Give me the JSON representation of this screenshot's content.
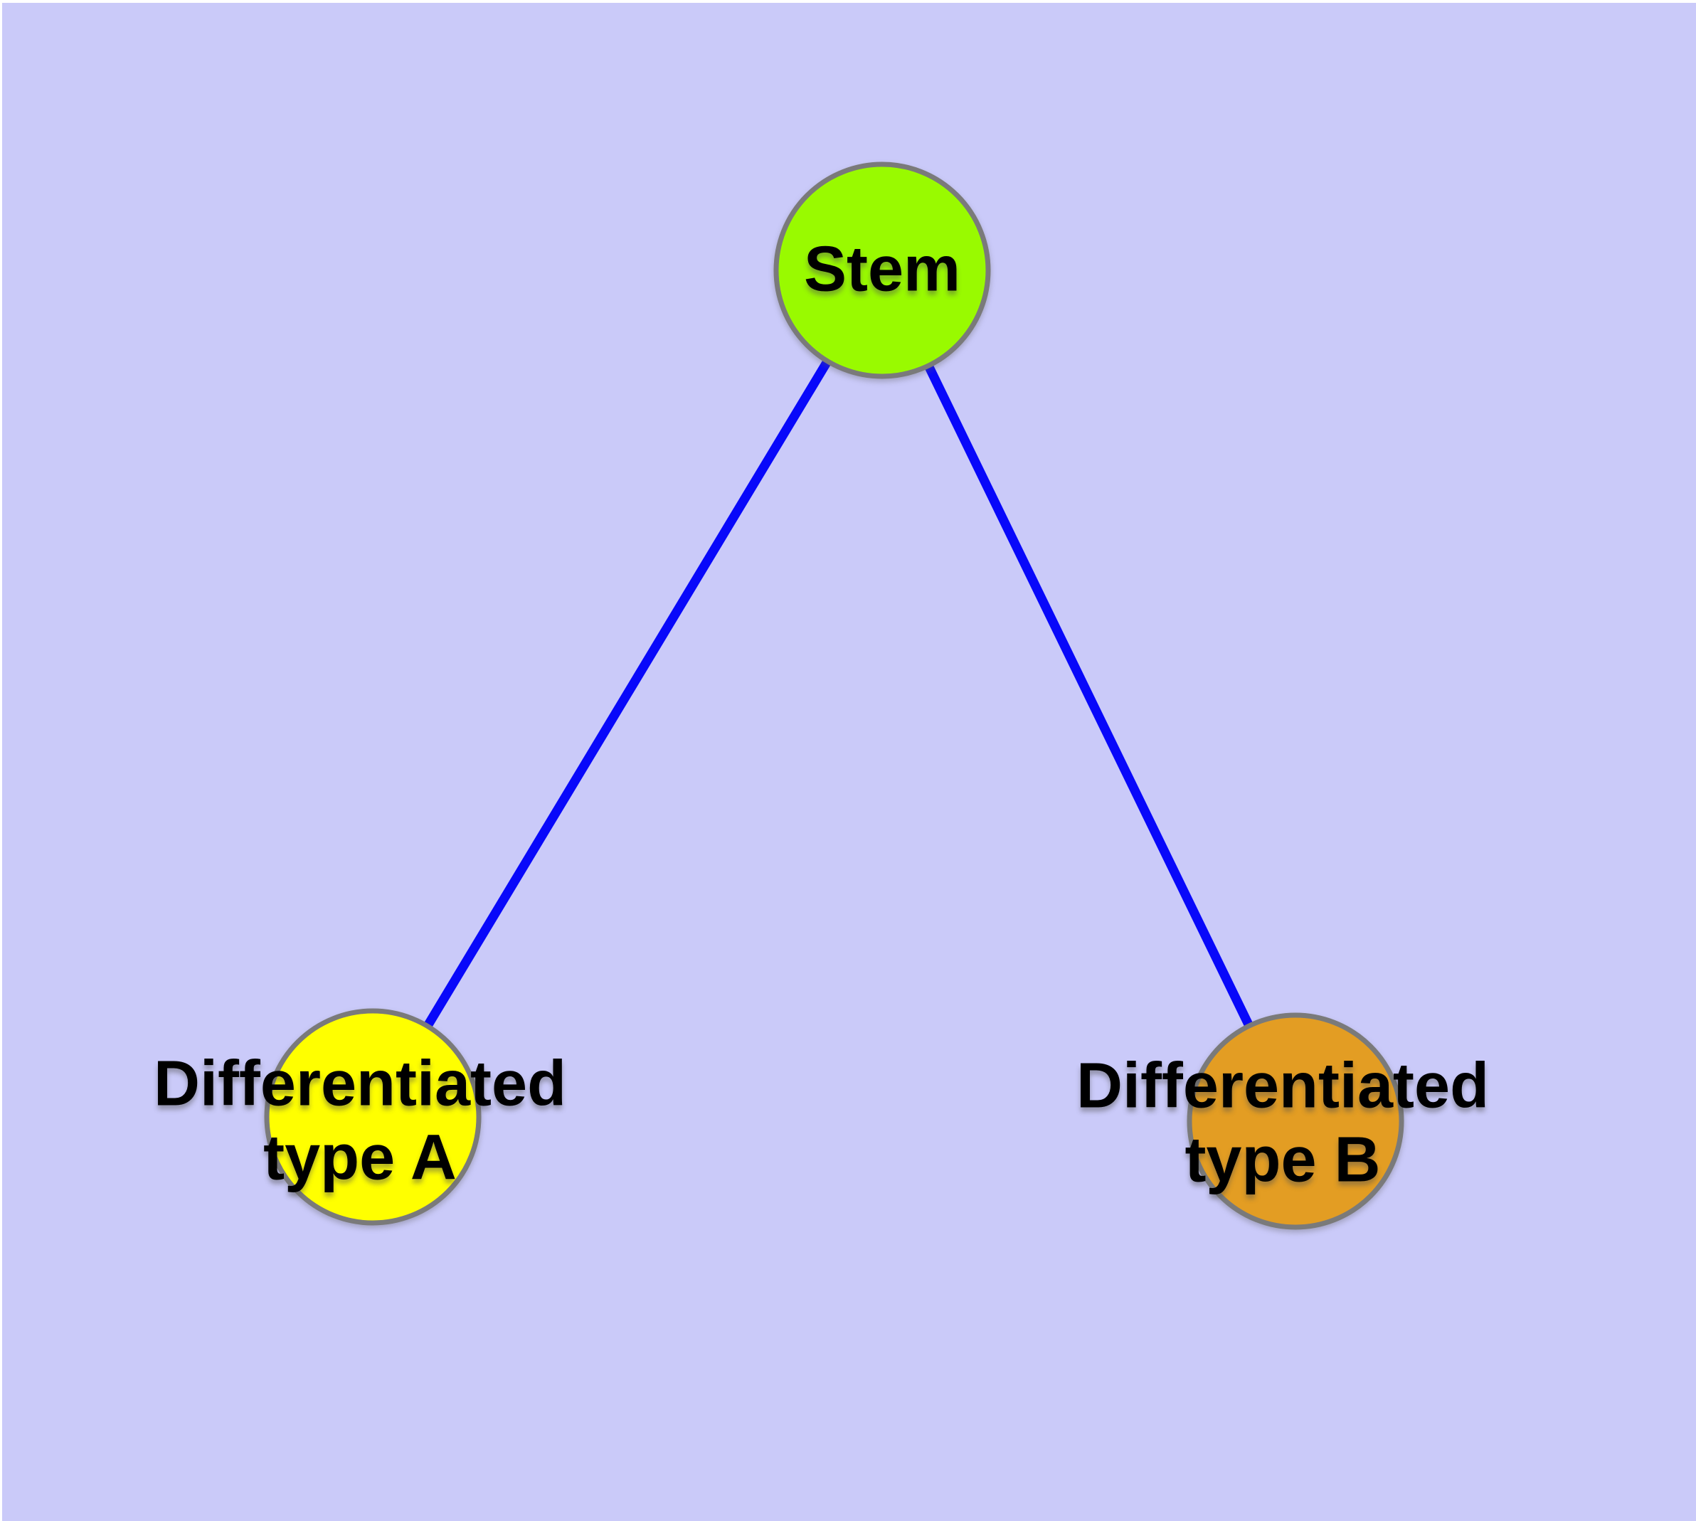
{
  "canvas": {
    "background_color": "#cacaf9",
    "page_margin_color": "#ffffff"
  },
  "diagram": {
    "type": "node-link-graph",
    "nodes": [
      {
        "id": "stem",
        "label": "Stem",
        "fill": "#99fa00",
        "border": "#7a7a7a"
      },
      {
        "id": "diff-a",
        "label": "Differentiated\ntype A",
        "fill": "#ffff00",
        "border": "#7a7a7a"
      },
      {
        "id": "diff-b",
        "label": "Differentiated\ntype B",
        "fill": "#e39d23",
        "border": "#7a7a7a"
      }
    ],
    "edges": [
      {
        "from": "stem",
        "to": "diff-a",
        "color": "#0808fa"
      },
      {
        "from": "stem",
        "to": "diff-b",
        "color": "#0808fa"
      }
    ]
  }
}
